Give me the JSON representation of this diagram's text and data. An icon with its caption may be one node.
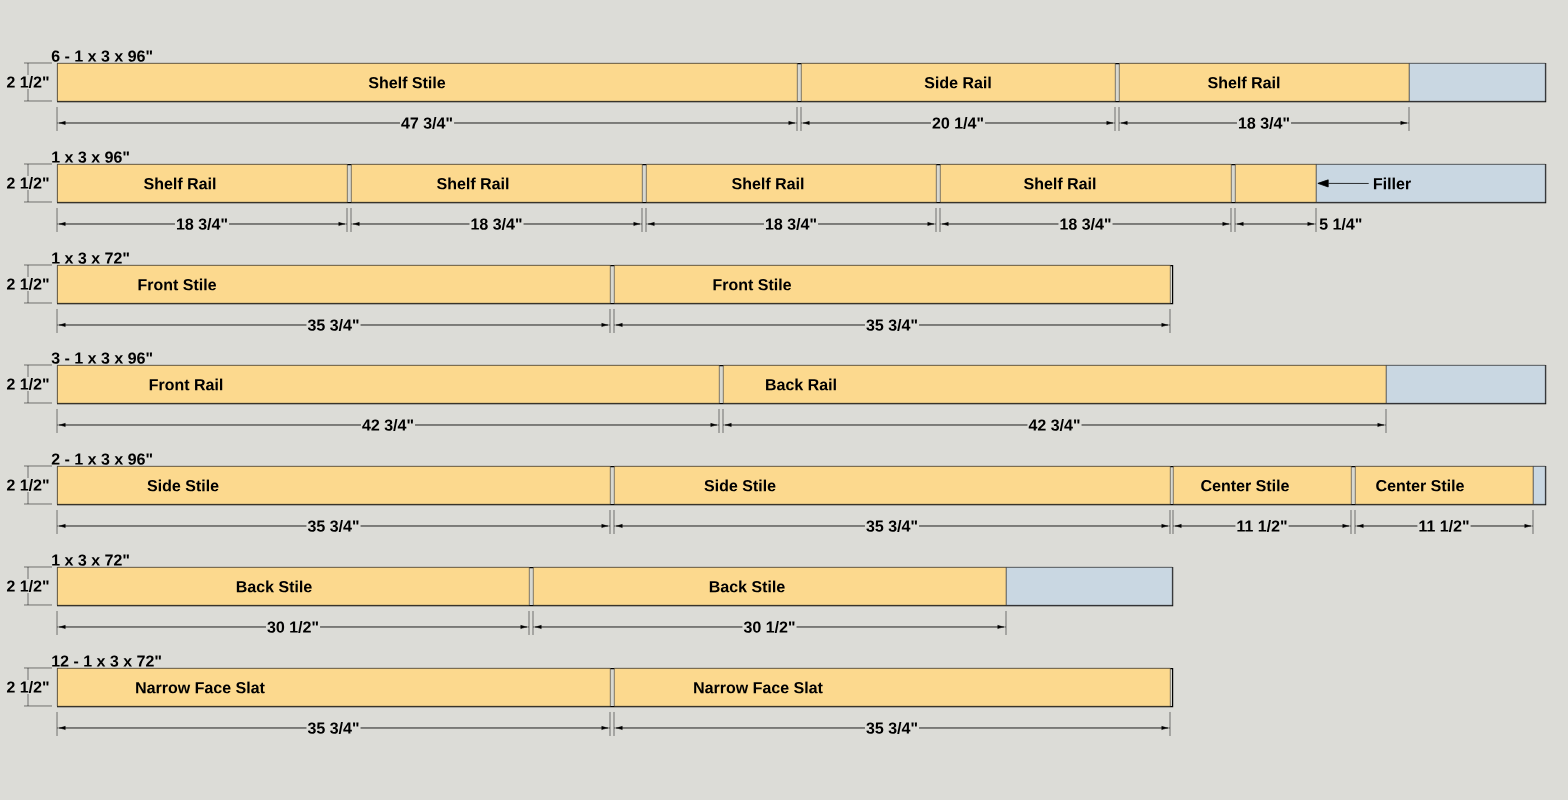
{
  "diagram": {
    "nodes": [
      {
        "text": [
          "6 - 1 x 3 x 96\""
        ]
      },
      {
        "text": [
          "Shelf Stile"
        ],
        "in": 0
      },
      {
        "text": [
          "Side Rail"
        ],
        "in": 0
      },
      {
        "text": [
          "Shelf Rail"
        ],
        "in": 0
      },
      {
        "text": [],
        "shape": "box",
        "in": 0
      },
      {
        "text": [
          "1 x 3 x 96\""
        ]
      },
      {
        "text": [
          "Shelf Rail"
        ],
        "in": 5
      },
      {
        "text": [
          "Shelf Rail"
        ],
        "in": 5
      },
      {
        "text": [
          "Shelf Rail"
        ],
        "in": 5
      },
      {
        "text": [
          "Shelf Rail"
        ],
        "in": 5
      },
      {
        "text": [],
        "shape": "box",
        "in": 5
      },
      {
        "text": [
          "Filler"
        ],
        "in": 5
      },
      {
        "text": [
          "1 x 3 x 72\""
        ]
      },
      {
        "text": [
          "Front Stile"
        ],
        "in": 12
      },
      {
        "text": [
          "Front Stile"
        ],
        "in": 12
      },
      {
        "text": [
          "3 - 1 x 3 x 96\""
        ]
      },
      {
        "text": [
          "Front Rail"
        ],
        "in": 15
      },
      {
        "text": [
          "Back Rail"
        ],
        "in": 15
      },
      {
        "text": [],
        "shape": "box",
        "in": 15
      },
      {
        "text": [
          "2 - 1 x 3 x 96\""
        ]
      },
      {
        "text": [
          "Side Stile"
        ],
        "in": 19
      },
      {
        "text": [
          "Side Stile"
        ],
        "in": 19
      },
      {
        "text": [
          "Center Stile"
        ],
        "in": 19
      },
      {
        "text": [
          "Center Stile"
        ],
        "in": 19
      },
      {
        "text": [],
        "shape": "box",
        "in": 19
      },
      {
        "text": [
          "1 x 3 x 72\""
        ]
      },
      {
        "text": [
          "Back Stile"
        ],
        "in": 25
      },
      {
        "text": [
          "Back Stile"
        ],
        "in": 25
      },
      {
        "text": [],
        "shape": "box",
        "in": 25
      },
      {
        "text": [
          "12 - 1 x 3 x 72\""
        ]
      },
      {
        "text": [
          "Narrow Face Slat"
        ],
        "in": 29
      },
      {
        "text": [
          "Narrow Face Slat"
        ],
        "in": 29
      }
    ],
    "edges": [
      {
        "from": 11,
        "to": 10,
        "arrow": "to"
      }
    ],
    "labels": [
      "2 1/2\"",
      "47 3/4\"",
      "20 1/4\"",
      "18 3/4\"",
      "2 1/2\"",
      "18 3/4\"",
      "18 3/4\"",
      "18 3/4\"",
      "18 3/4\"",
      "5 1/4\"",
      "2 1/2\"",
      "35 3/4\"",
      "35 3/4\"",
      "2 1/2\"",
      "42 3/4\"",
      "42 3/4\"",
      "2 1/2\"",
      "35 3/4\"",
      "35 3/4\"",
      "11 1/2\"",
      "11 1/2\"",
      "2 1/2\"",
      "30 1/2\"",
      "30 1/2\"",
      "2 1/2\"",
      "35 3/4\"",
      "35 3/4\""
    ]
  }
}
